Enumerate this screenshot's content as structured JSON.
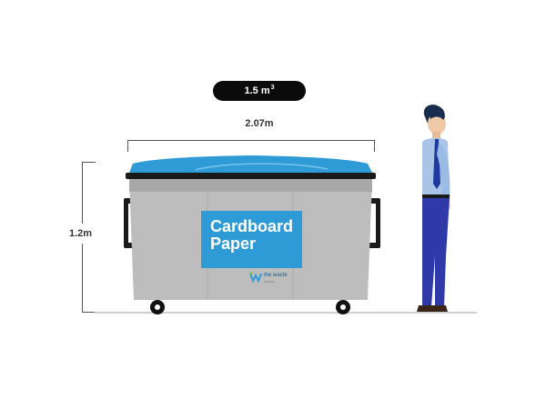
{
  "volume": {
    "value": "1.5 m",
    "superscript": "3"
  },
  "dimensions": {
    "width": "2.07m",
    "height": "1.2m"
  },
  "bin_label": {
    "line1": "Cardboard",
    "line2": "Paper"
  },
  "brand": {
    "name": "the waste",
    "subtitle": "network"
  },
  "colors": {
    "lid": "#2e9ad6",
    "bin_body": "#bdbdbd",
    "label_bg": "#2e9ad6",
    "person_trousers": "#2f3aa8",
    "person_shirt": "#a9c4e6",
    "person_hair": "#1a2c4d"
  }
}
